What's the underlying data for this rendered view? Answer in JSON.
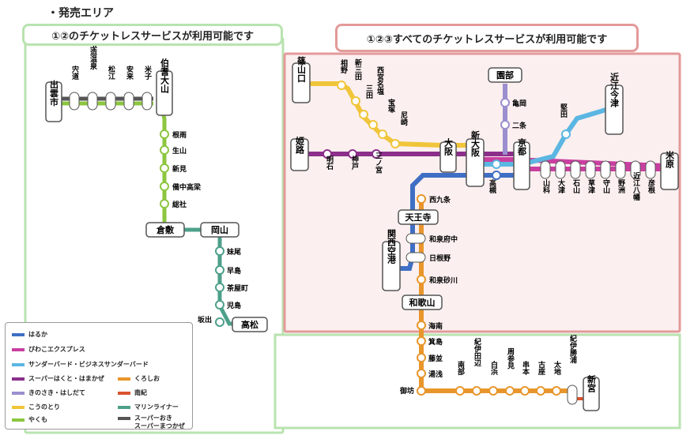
{
  "header": {
    "title": "・発売エリア"
  },
  "badges": {
    "area_12": "①②のチケットレスサービスが利用可能です",
    "area_123": "①②③すべてのチケットレスサービスが利用可能です"
  },
  "colors": {
    "haruka": "#3f6fc4",
    "biwako": "#c93fa0",
    "thunderbird": "#5bb6e2",
    "hakuto": "#8b2f8b",
    "kinosaki": "#9b8fcf",
    "kounotori": "#f0c53a",
    "yakumo": "#8cc63f",
    "kuroshio": "#e8962c",
    "nanki": "#d9532e",
    "marine": "#4da08a",
    "oki": "#555555",
    "area_green": "#b9e3b0",
    "area_pink": "#e39a9a",
    "area_fill": "#fbefef"
  },
  "legend": {
    "haruka": "はるか",
    "biwako": "びわこエクスプレス",
    "thunderbird": "サンダーバード・ビジネスサンダーバード",
    "hakuto": "スーパーはくと・はまかぜ",
    "kinosaki": "きのさき・はしだて",
    "kounotori": "こうのとり",
    "yakumo": "やくも",
    "kuroshio": "くろしお",
    "nanki": "南紀",
    "marine": "マリンライナー",
    "oki": "スーパーおき\nスーパーまつかぜ"
  },
  "stations": {
    "izumoshi": "出雲市",
    "shinji": "宍道",
    "tamatsukuri": "玉造温泉",
    "matsue": "松江",
    "yasugi": "安来",
    "yonago": "米子",
    "hakubi": "伯耆大山",
    "neu": "根雨",
    "ikuyama": "生山",
    "niimi": "新見",
    "bitchu": "備中高梁",
    "soja": "総社",
    "kurashiki": "倉敷",
    "okayama": "岡山",
    "senoo": "妹尾",
    "hayashima": "早島",
    "chayamachi": "茶屋町",
    "kojima": "児島",
    "sakaide": "坂出",
    "takamatsu": "高松",
    "sasayama": "篠山口",
    "aino": "相野",
    "shinsanda": "新三田",
    "sanda": "三田",
    "nishinomiya": "西宮名塩",
    "takarazuka": "宝塚",
    "amagasaki": "尼崎",
    "himeji": "姫路",
    "akashi": "明石",
    "kobe": "神戸",
    "sannomiya": "三ノ宮",
    "osaka": "大阪",
    "shinosaka": "新大阪",
    "kyoto": "京都",
    "sonobe": "園部",
    "kameoka": "亀岡",
    "nijo": "二条",
    "katata": "堅田",
    "omiimazu": "近江今津",
    "yamashina": "山科",
    "otsu": "大津",
    "ishiyama": "石山",
    "kusatsu": "草津",
    "moriyama": "守山",
    "yasu": "野洲",
    "omihachiman": "近江八幡",
    "hikone": "彦根",
    "maibara": "米原",
    "takatsuki": "高槻",
    "nishikujo": "西九条",
    "tennoji": "天王寺",
    "izumifuchu": "和泉府中",
    "hineno": "日根野",
    "kansai": "関西空港",
    "izumisunagawa": "和泉砂川",
    "wakayama": "和歌山",
    "kainan": "海南",
    "minoshima": "箕島",
    "fujinami": "藤並",
    "yuasa": "湯浅",
    "gobo": "御坊",
    "minabe": "南部",
    "kiitanabe": "紀伊田辺",
    "shirahama": "白浜",
    "susami": "周参見",
    "kushimoto": "串本",
    "koza": "古座",
    "taiji": "太地",
    "katsuura": "紀伊勝浦",
    "shingu": "新宮"
  }
}
